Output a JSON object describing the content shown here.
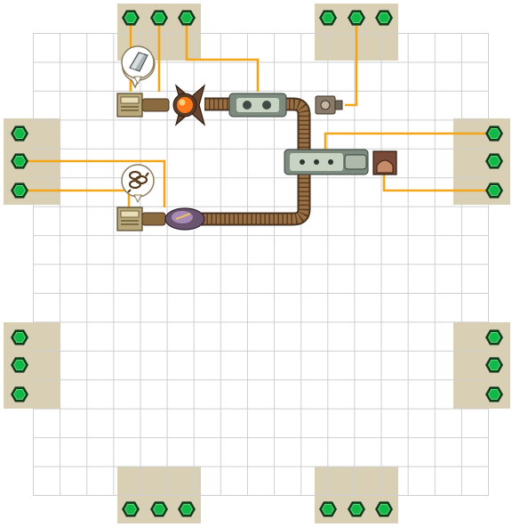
{
  "board": {
    "grid_columns": 17,
    "grid_rows": 16,
    "background_color": "#ffffff",
    "grid_color": "#cfcfcf",
    "port_pad_color": "#d8cfb4"
  },
  "colors": {
    "connector_green": "#10b848",
    "connector_dark": "#0f3d1b",
    "wire_orange": "#f3a519",
    "belt_brown": "#9a7044",
    "reactor_glow": "#ff7a1a"
  },
  "port_groups": [
    {
      "side": "top",
      "position": "left",
      "connectors": 3
    },
    {
      "side": "top",
      "position": "right",
      "connectors": 3
    },
    {
      "side": "left",
      "position": "upper",
      "connectors": 3
    },
    {
      "side": "left",
      "position": "lower",
      "connectors": 3
    },
    {
      "side": "right",
      "position": "upper",
      "connectors": 3
    },
    {
      "side": "right",
      "position": "lower",
      "connectors": 3
    },
    {
      "side": "bottom",
      "position": "left",
      "connectors": 3
    },
    {
      "side": "bottom",
      "position": "right",
      "connectors": 3
    }
  ],
  "parts": [
    {
      "name": "input-dispenser-upper",
      "icon": "crate-icon"
    },
    {
      "name": "input-dispenser-lower",
      "icon": "crate-icon"
    },
    {
      "name": "furnace-reactor",
      "icon": "orange-orb-icon"
    },
    {
      "name": "upper-processor",
      "icon": "machine-icon"
    },
    {
      "name": "purple-processor",
      "icon": "machine-icon"
    },
    {
      "name": "sensor-small",
      "icon": "sensor-icon"
    },
    {
      "name": "combiner-machine",
      "icon": "machine-icon"
    },
    {
      "name": "output-socket",
      "icon": "socket-icon"
    }
  ],
  "resource_bubbles": [
    {
      "name": "metal-plate",
      "icon": "metal-plate-icon"
    },
    {
      "name": "coiled-wire",
      "icon": "coiled-wire-icon"
    }
  ]
}
